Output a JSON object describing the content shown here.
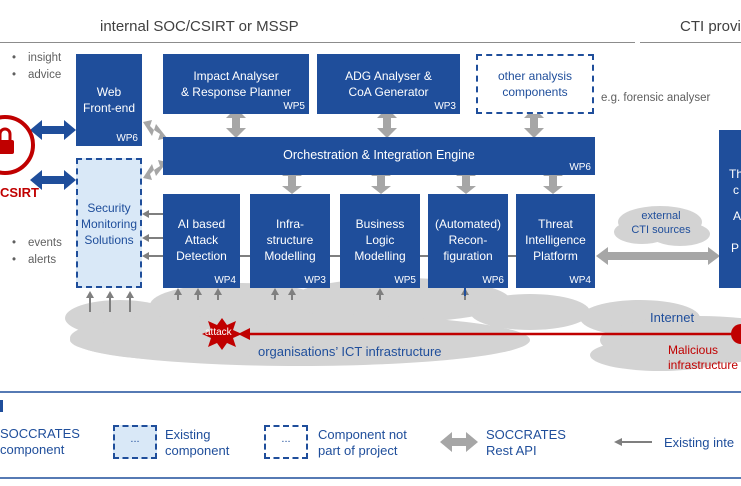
{
  "headers": {
    "left": "internal SOC/CSIRT or MSSP",
    "right": "CTI provi"
  },
  "left_side": {
    "brand": "CSIRT",
    "bullets_top": [
      "insight",
      "advice"
    ],
    "bullets_bottom": [
      "events",
      "alerts"
    ]
  },
  "boxes": {
    "web": {
      "line1": "Web",
      "line2": "Front-end",
      "wp": "WP6"
    },
    "impact": {
      "line1": "Impact Analyser",
      "line2": "& Response Planner",
      "wp": "WP5"
    },
    "adg": {
      "line1": "ADG Analyser &",
      "line2": "CoA Generator",
      "wp": "WP3"
    },
    "other": {
      "line1": "other analysis",
      "line2": "components"
    },
    "orch": {
      "title": "Orchestration & Integration Engine",
      "wp": "WP6"
    },
    "sms": {
      "line1": "Security",
      "line2": "Monitoring",
      "line3": "Solutions"
    },
    "ai": {
      "line1": "AI based",
      "line2": "Attack",
      "line3": "Detection",
      "wp": "WP4"
    },
    "infra": {
      "line1": "Infra-",
      "line2": "structure",
      "line3": "Modelling",
      "wp": "WP3"
    },
    "blm": {
      "line1": "Business",
      "line2": "Logic",
      "line3": "Modelling",
      "wp": "WP5"
    },
    "reconf": {
      "line1": "(Automated)",
      "line2": "Recon-",
      "line3": "figuration",
      "wp": "WP6"
    },
    "tip": {
      "line1": "Threat",
      "line2": "Intelligence",
      "line3": "Platform",
      "wp": "WP4"
    },
    "right_partial": {
      "line1": "Th",
      "line2": "c",
      "line3": "A",
      "line4": "P"
    }
  },
  "notes": {
    "forensic": "e.g. forensic analyser",
    "external_cti_1": "external",
    "external_cti_2": "CTI sources",
    "attack": "attack",
    "ict": "organisations’ ICT infrastructure",
    "internet": "Internet",
    "malicious_1": "Malicious",
    "malicious_2": "infrastructure"
  },
  "legend": {
    "soccrates_1": "SOCCRATES",
    "soccrates_2": "component",
    "dots": "...",
    "existing_1": "Existing",
    "existing_2": "component",
    "notpart_1": "Component not",
    "notpart_2": "part of project",
    "api_1": "SOCCRATES",
    "api_2": "Rest API",
    "existing_int": "Existing inte"
  },
  "colors": {
    "primary": "#1f4e9b",
    "light_fill": "#d9e8f7",
    "gray_arrow": "#a6a6a6",
    "attack_red": "#c00000",
    "cloud": "#d0d0d0"
  }
}
